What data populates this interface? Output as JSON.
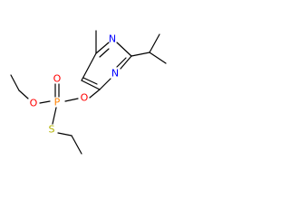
{
  "molecule": {
    "atoms": {
      "n_top": {
        "symbol": "N",
        "color": "#0000ff"
      },
      "n_bottom": {
        "symbol": "N",
        "color": "#0000ff"
      },
      "o_aryl": {
        "symbol": "O",
        "color": "#ff0000"
      },
      "o_double": {
        "symbol": "O",
        "color": "#ff0000"
      },
      "o_ethoxy": {
        "symbol": "O",
        "color": "#ff0000"
      },
      "p": {
        "symbol": "P",
        "color": "#ff8000"
      },
      "s": {
        "symbol": "S",
        "color": "#b2b200"
      }
    }
  }
}
